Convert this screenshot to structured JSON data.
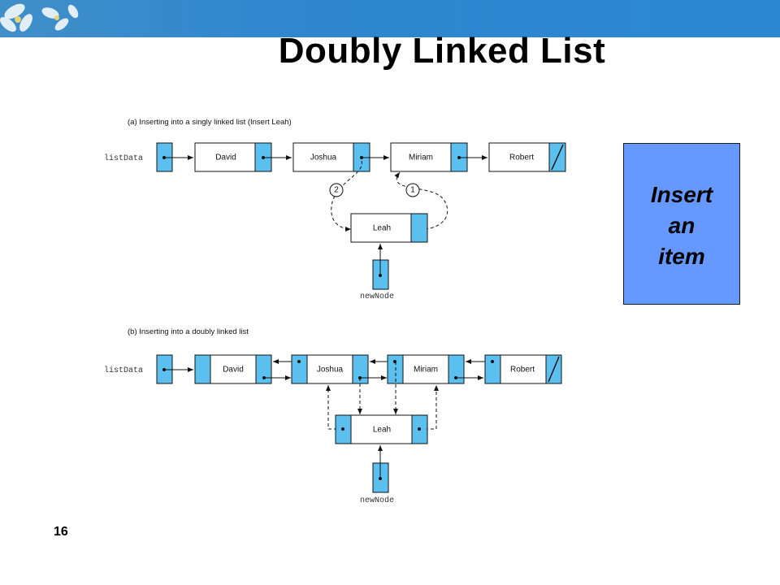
{
  "slide": {
    "title": "Doubly Linked List",
    "page_number": "16",
    "header_color": "#2f86cf"
  },
  "callout": {
    "lines": [
      "Insert",
      "an",
      "item"
    ],
    "color": "#6699ff"
  },
  "diagram_a": {
    "caption": "(a) Inserting into a singly linked list (Insert Leah)",
    "head_label": "listData",
    "nodes": [
      "David",
      "Joshua",
      "Miriam",
      "Robert"
    ],
    "new_node": "Leah",
    "new_node_label": "newNode",
    "step_labels": [
      "2",
      "1"
    ]
  },
  "diagram_b": {
    "caption": "(b) Inserting into a doubly linked list",
    "head_label": "listData",
    "nodes": [
      "David",
      "Joshua",
      "Miriam",
      "Robert"
    ],
    "new_node": "Leah",
    "new_node_label": "newNode"
  },
  "colors": {
    "pointer_field": "#5bc0ef"
  }
}
